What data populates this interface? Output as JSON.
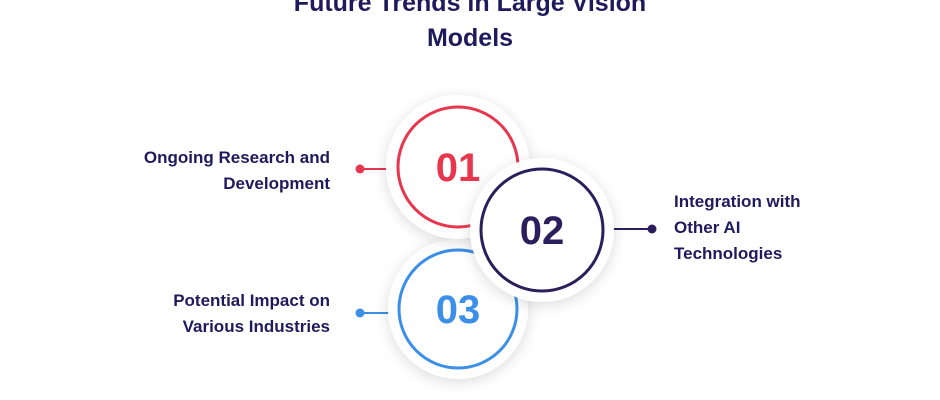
{
  "title": "Future Trends in Large Vision Models",
  "items": [
    {
      "number": "01",
      "label": "Ongoing Research and Development",
      "color": "#e8364f"
    },
    {
      "number": "02",
      "label": "Integration with Other AI Technologies",
      "color": "#2b1e5c"
    },
    {
      "number": "03",
      "label": "Potential Impact on Various Industries",
      "color": "#3b8fe8"
    }
  ]
}
